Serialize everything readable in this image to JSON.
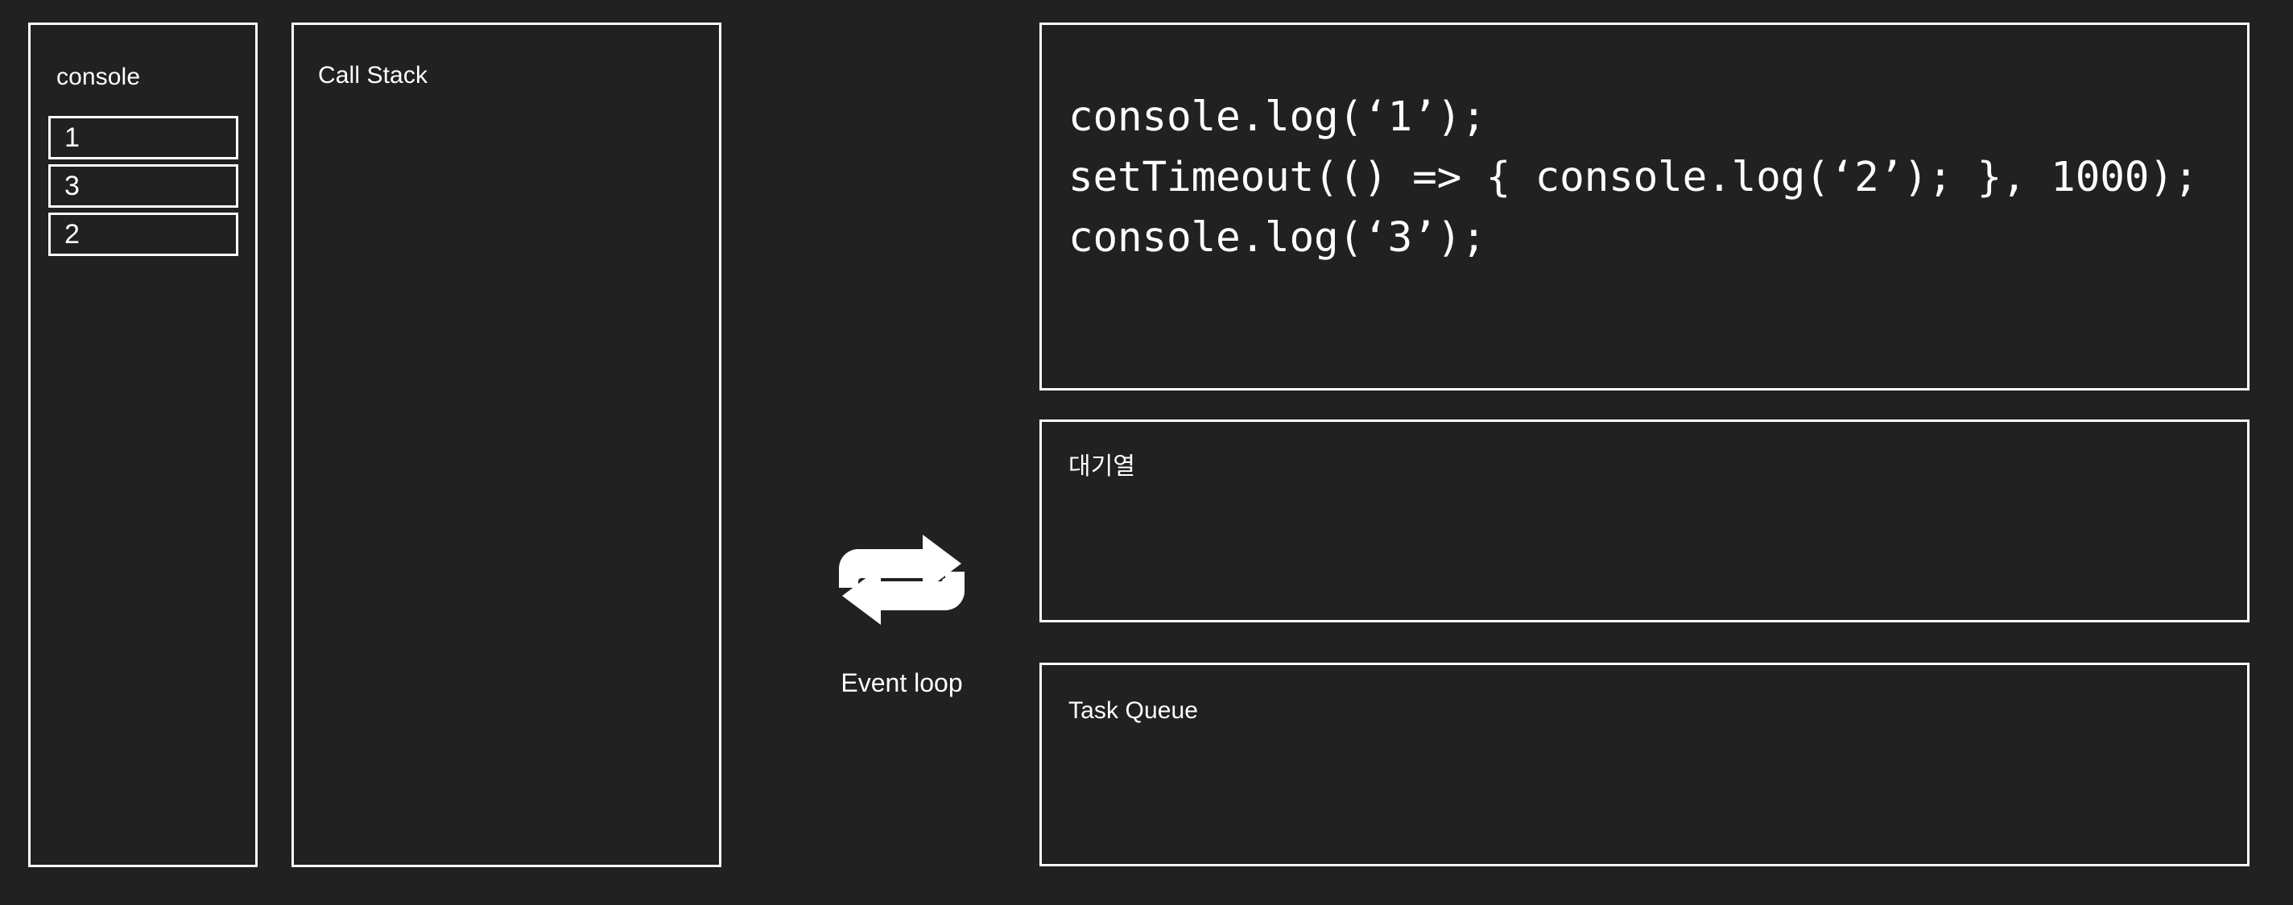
{
  "theme": {
    "background": "#212121",
    "foreground": "#ffffff",
    "border": "#ffffff"
  },
  "console_panel": {
    "label": "console",
    "items": [
      {
        "text": "1"
      },
      {
        "text": "3"
      },
      {
        "text": "2"
      }
    ]
  },
  "call_stack_panel": {
    "label": "Call Stack",
    "items": []
  },
  "event_loop": {
    "label": "Event loop",
    "icon": "repeat-arrows-icon"
  },
  "code_panel": {
    "code": "console.log(‘1’);\nsetTimeout(() => { console.log(‘2’); }, 1000);\nconsole.log(‘3’);",
    "lines": [
      "console.log(‘1’);",
      "setTimeout(() => { console.log(‘2’); }, 1000);",
      "console.log(‘3’);"
    ]
  },
  "waiting_queue_panel": {
    "label": "대기열",
    "items": []
  },
  "task_queue_panel": {
    "label": "Task Queue",
    "items": []
  }
}
